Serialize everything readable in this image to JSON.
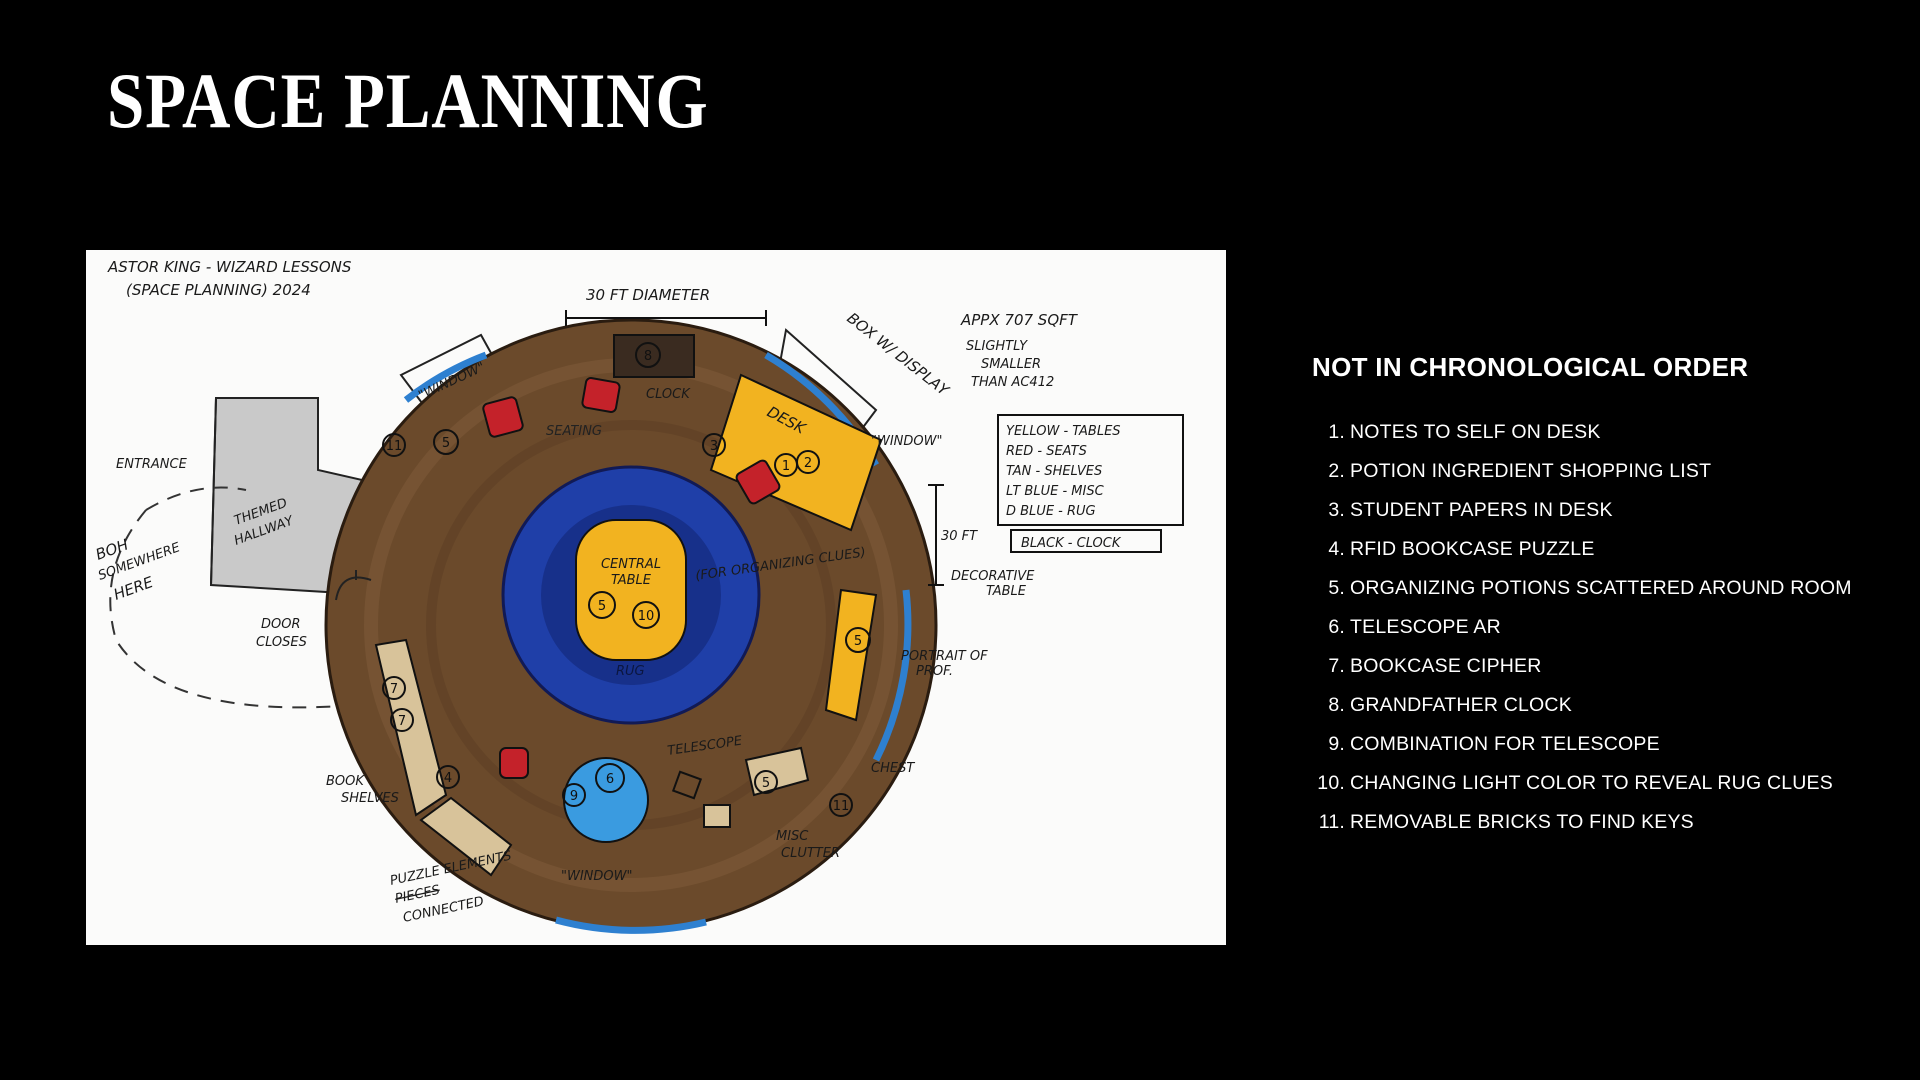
{
  "slide": {
    "title": "SPACE PLANNING"
  },
  "sketch": {
    "project": "ASTOR KING - WIZARD LESSONS",
    "subtitle": "(SPACE PLANNING) 2024",
    "diameter": "30 FT DIAMETER",
    "sqft": "APPX 707 SQFT",
    "sqft_note_1": "SLIGHTLY",
    "sqft_note_2": "SMALLER",
    "sqft_note_3": "THAN AC412",
    "box_display": "BOX W/ DISPLAY",
    "legend": [
      "YELLOW - TABLES",
      "RED - SEATS",
      "TAN - SHELVES",
      "LT BLUE - MISC",
      "D BLUE - RUG",
      "BLACK - CLOCK"
    ],
    "window_label": "\"WINDOW\"",
    "entrance": "ENTRANCE",
    "themed_hallway_1": "THEMED",
    "themed_hallway_2": "HALLWAY",
    "boh_1": "BOH",
    "boh_2": "SOMEWHERE",
    "boh_3": "HERE",
    "door_1": "DOOR",
    "door_2": "CLOSES",
    "seating": "SEATING",
    "clock": "CLOCK",
    "desk": "DESK",
    "central_1": "CENTRAL",
    "central_2": "TABLE",
    "rug": "RUG",
    "organizing_clues": "(FOR ORGANIZING CLUES)",
    "thirty_ft": "30 FT",
    "decorative_1": "DECORATIVE",
    "decorative_2": "TABLE",
    "portrait_1": "PORTRAIT OF",
    "portrait_2": "PROF.",
    "book_1": "BOOK",
    "book_2": "SHELVES",
    "telescope": "TELESCOPE",
    "chest": "CHEST",
    "misc_1": "MISC",
    "misc_2": "CLUTTER",
    "puzzle_1": "PUZZLE ELEMENTS",
    "puzzle_2": "PIECES",
    "puzzle_3": "CONNECTED",
    "marker_labels": [
      "1",
      "2",
      "3",
      "4",
      "5",
      "6",
      "7",
      "8",
      "9",
      "10",
      "11"
    ]
  },
  "list": {
    "heading": "NOT IN CHRONOLOGICAL ORDER",
    "items": [
      {
        "num": "1.",
        "text": "NOTES TO SELF ON DESK"
      },
      {
        "num": "2.",
        "text": "POTION INGREDIENT SHOPPING LIST"
      },
      {
        "num": "3.",
        "text": "STUDENT PAPERS IN DESK"
      },
      {
        "num": "4.",
        "text": "RFID BOOKCASE PUZZLE"
      },
      {
        "num": "5.",
        "text": "ORGANIZING POTIONS SCATTERED AROUND ROOM"
      },
      {
        "num": "6.",
        "text": "TELESCOPE AR"
      },
      {
        "num": "7.",
        "text": "BOOKCASE CIPHER"
      },
      {
        "num": "8.",
        "text": "GRANDFATHER CLOCK"
      },
      {
        "num": "9.",
        "text": "COMBINATION FOR TELESCOPE"
      },
      {
        "num": "10.",
        "text": "CHANGING LIGHT COLOR TO REVEAL RUG CLUES"
      },
      {
        "num": "11.",
        "text": "REMOVABLE BRICKS TO FIND KEYS"
      }
    ]
  },
  "colors": {
    "background": "#000000",
    "floor": "#6b4a2b",
    "rug": "#1f3fa8",
    "table": "#f2b320",
    "seat": "#c4222a",
    "shelf": "#d8c39a",
    "misc": "#3a9be0",
    "clock": "#2a2a2a"
  }
}
